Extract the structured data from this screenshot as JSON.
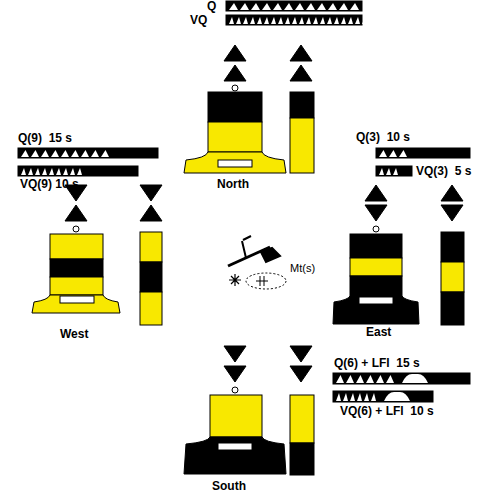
{
  "diagram": {
    "labels": [
      "Q",
      "VQ",
      "Q(9)  15 s",
      "VQ(9) 10 s",
      "Q(3)  10 s",
      "VQ(3)  5 s",
      "Q(6) + LFl  15 s",
      "VQ(6) + LFl  10 s",
      "North",
      "West",
      "East",
      "South",
      "Mt(s)"
    ]
  }
}
